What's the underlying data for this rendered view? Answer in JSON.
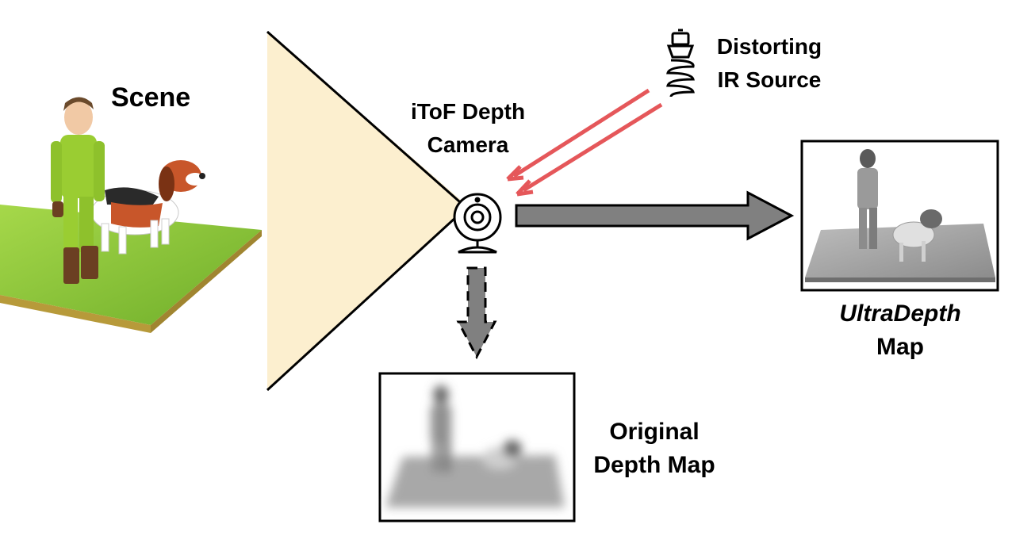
{
  "labels": {
    "scene": "Scene",
    "camera_line1": "iToF Depth",
    "camera_line2": "Camera",
    "ir_line1": "Distorting",
    "ir_line2": "IR Source",
    "ultra_line1": "UltraDepth",
    "ultra_line2": "Map",
    "original_line1": "Original",
    "original_line2": "Depth Map"
  },
  "colors": {
    "frustum_fill": "#fcefcf",
    "ir_arrow": "#e5575a",
    "main_arrow": "#808080",
    "grass": "#8cc63f",
    "character_suit": "#9acd32"
  },
  "icons": {
    "camera": "webcam-icon",
    "ir_source": "cfl-bulb-icon"
  }
}
